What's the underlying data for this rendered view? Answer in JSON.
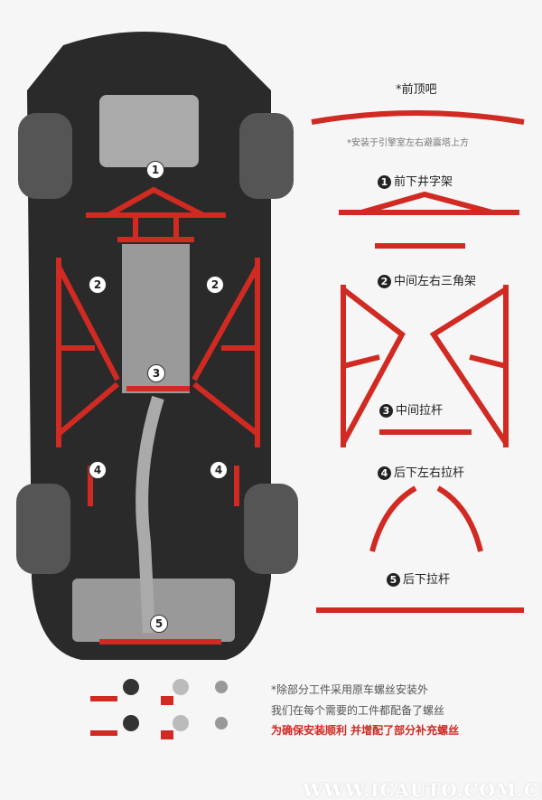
{
  "parts": {
    "front_top": "*前顶吧",
    "front_top_note": "*安装于引擎室左右避震塔上方",
    "p1": {
      "num": "1",
      "label": "前下井字架"
    },
    "p2": {
      "num": "2",
      "label": "中间左右三角架"
    },
    "p3": {
      "num": "3",
      "label": "中间拉杆"
    },
    "p4": {
      "num": "4",
      "label": "后下左右拉杆"
    },
    "p5": {
      "num": "5",
      "label": "后下拉杆"
    }
  },
  "notes": {
    "line1": "*除部分工件采用原车螺丝安装外",
    "line2": "我们在每个需要的工件都配备了螺丝",
    "line3": "为确保安装顺利 并增配了部分补充螺丝"
  },
  "watermark": "WWW.ICAUTO.COM.CN",
  "colors": {
    "bar_red": "#d02a22",
    "underbody": "#2a2a2a"
  }
}
